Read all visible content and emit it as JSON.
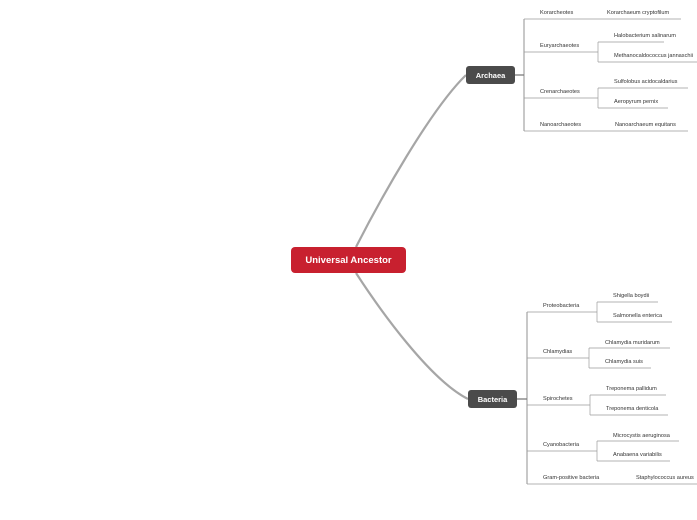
{
  "root": {
    "label": "Universal Ancestor"
  },
  "archaea": {
    "label": "Archaea",
    "groups": [
      {
        "name": "Korarcheotes",
        "species": [
          "Korarchaeum cryptofilum"
        ]
      },
      {
        "name": "Euryarchaeotes",
        "species": [
          "Halobacterium salinarum",
          "Methanocaldococcus jannaschii"
        ]
      },
      {
        "name": "Crenarchaeotes",
        "species": [
          "Sulfolobus acidocaldarius",
          "Aeropyrum pernix"
        ]
      },
      {
        "name": "Nanoarchaeotes",
        "species": [
          "Nanoarchaeum equitans"
        ]
      }
    ]
  },
  "bacteria": {
    "label": "Bacteria",
    "groups": [
      {
        "name": "Proteobacteria",
        "species": [
          "Shigella boydii",
          "Salmonella enterica"
        ]
      },
      {
        "name": "Chlamydias",
        "species": [
          "Chlamydia muridarum",
          "Chlamydia suis"
        ]
      },
      {
        "name": "Spirochetes",
        "species": [
          "Treponema pallidum",
          "Treponema denticola"
        ]
      },
      {
        "name": "Cyanobacteria",
        "species": [
          "Microcystis aeruginosa",
          "Anabaena variabilis"
        ]
      },
      {
        "name": "Gram-positive bacteria",
        "species": [
          "Staphylococcus aureus"
        ]
      }
    ]
  },
  "colors": {
    "root_fill": "#c8202f",
    "domain_fill": "#4b4b4b",
    "connector": "#a6a6a6",
    "branch_line": "#555555",
    "leaf_line": "#9a9a9a",
    "text": "#333333"
  }
}
